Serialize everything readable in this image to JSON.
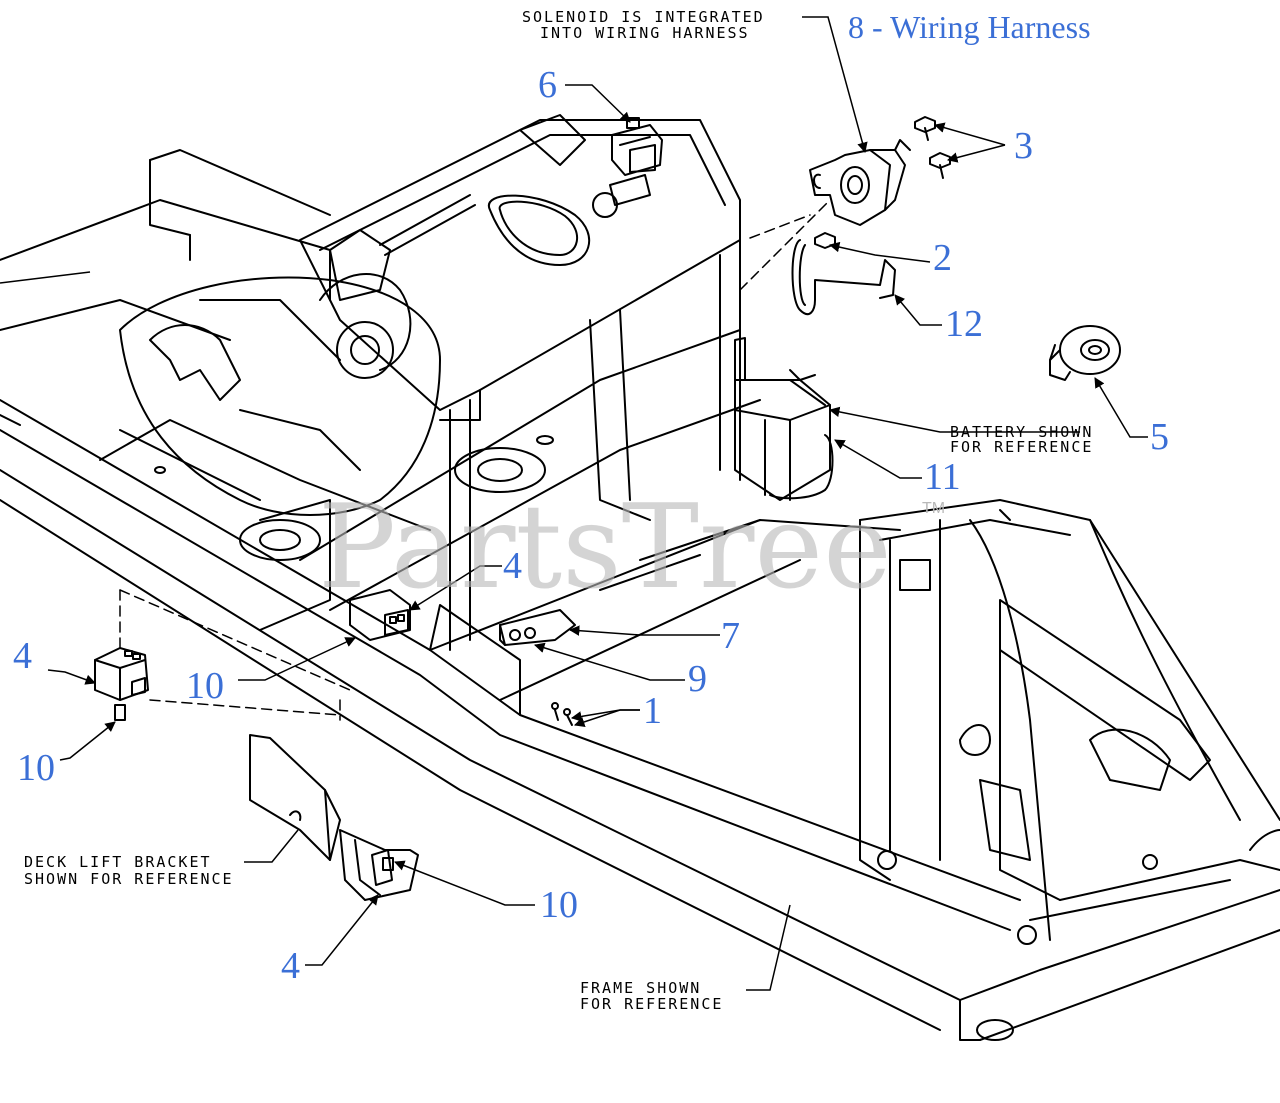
{
  "title": {
    "number": "8",
    "text": "- Wiring Harness"
  },
  "notes": {
    "solenoid_line1": "SOLENOID IS INTEGRATED",
    "solenoid_line2": "INTO WIRING HARNESS",
    "battery_line1": "BATTERY SHOWN",
    "battery_line2": "FOR REFERENCE",
    "deck_line1": "DECK LIFT BRACKET",
    "deck_line2": "SHOWN FOR REFERENCE",
    "frame_line1": "FRAME SHOWN",
    "frame_line2": "FOR REFERENCE"
  },
  "callouts": [
    {
      "id": "callout-6",
      "label": "6"
    },
    {
      "id": "callout-3",
      "label": "3"
    },
    {
      "id": "callout-2",
      "label": "2"
    },
    {
      "id": "callout-12",
      "label": "12"
    },
    {
      "id": "callout-5",
      "label": "5"
    },
    {
      "id": "callout-11",
      "label": "11"
    },
    {
      "id": "callout-4-switch",
      "label": "4"
    },
    {
      "id": "callout-7",
      "label": "7"
    },
    {
      "id": "callout-9",
      "label": "9"
    },
    {
      "id": "callout-1",
      "label": "1"
    },
    {
      "id": "callout-4-left",
      "label": "4"
    },
    {
      "id": "callout-10-mid",
      "label": "10"
    },
    {
      "id": "callout-10-left",
      "label": "10"
    },
    {
      "id": "callout-10-bottom",
      "label": "10"
    },
    {
      "id": "callout-4-bottom",
      "label": "4"
    }
  ],
  "watermark": {
    "text": "PartsTree",
    "trademark": "TM"
  },
  "colors": {
    "callout": "#3b6fd6",
    "line": "#000000",
    "watermark": "#b9b9b9",
    "background": "#ffffff"
  }
}
